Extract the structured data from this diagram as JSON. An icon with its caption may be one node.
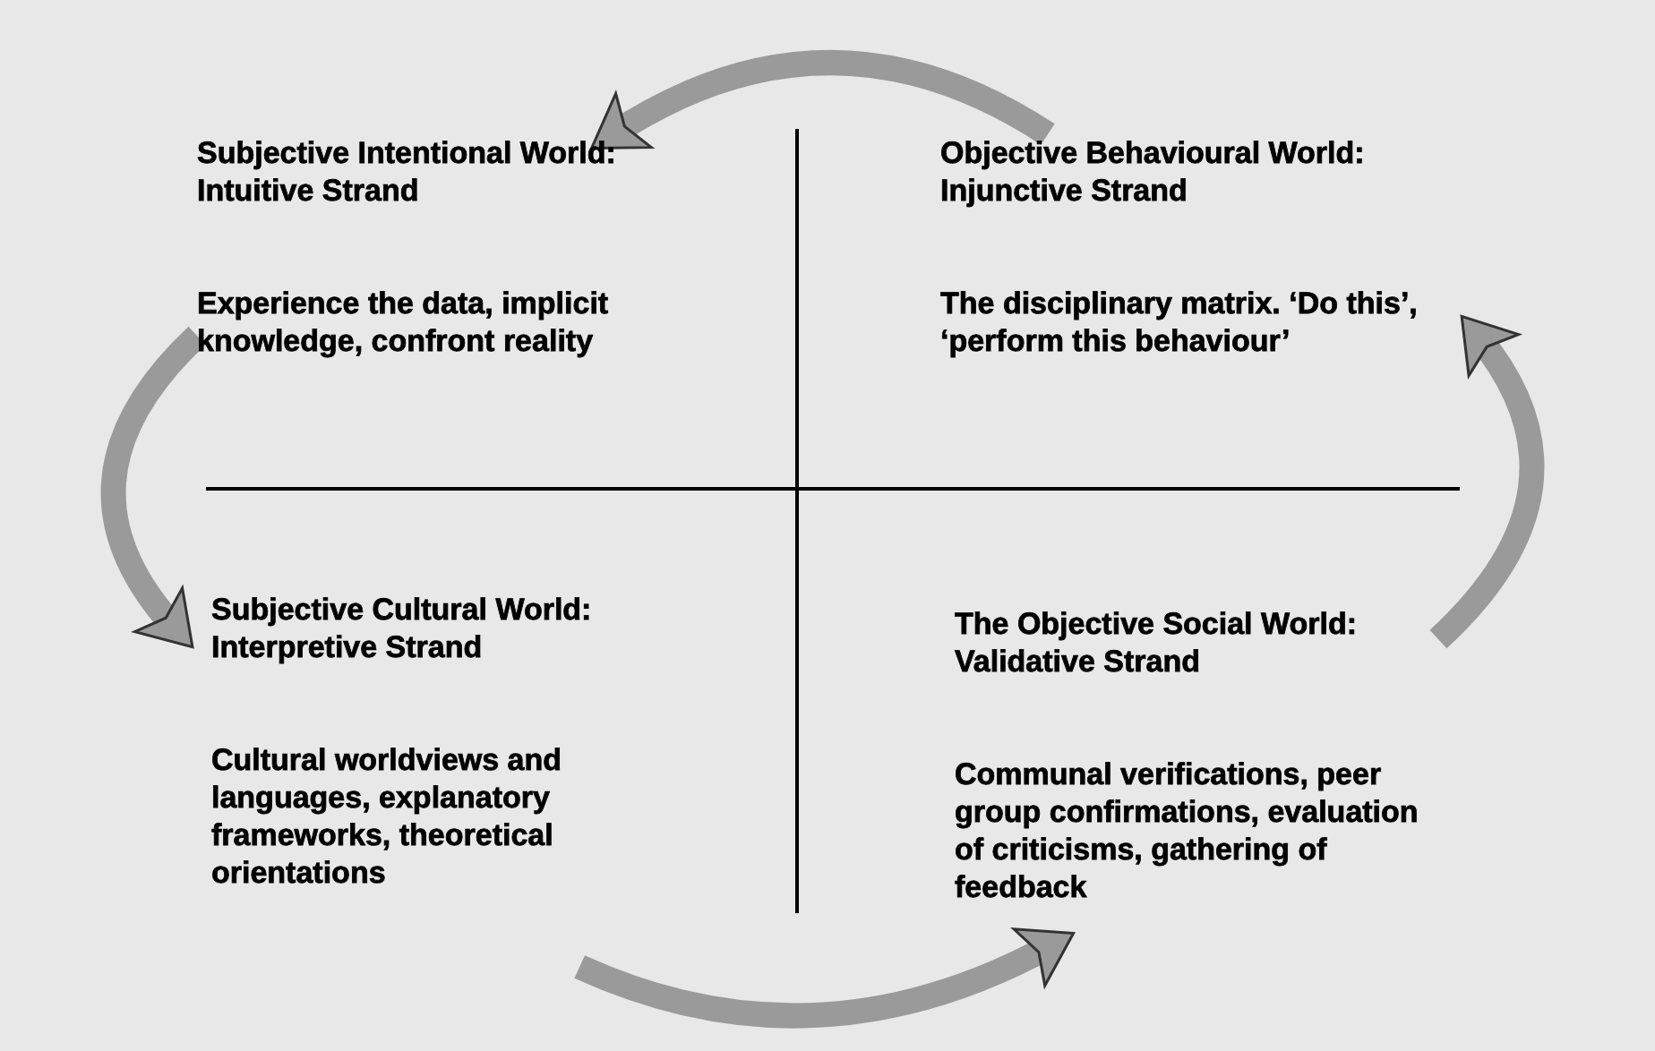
{
  "diagram": {
    "nodes": [
      {
        "text": [
          "Subjective Intentional World: Intuitive Strand",
          "Experience the data, implicit knowledge, confront reality"
        ]
      },
      {
        "text": [
          "Objective Behavioural World: Injunctive Strand",
          "The disciplinary matrix. ‘Do this’, ‘perform this behaviour’"
        ]
      },
      {
        "text": [
          "Subjective Cultural World: Interpretive Strand",
          "Cultural worldviews and languages, explanatory frameworks, theoretical orientations"
        ]
      },
      {
        "text": [
          "The Objective Social World: Validative Strand",
          "Communal verifications, peer group confirmations, evaluation of criticisms, gathering of feedback"
        ]
      }
    ],
    "edges": [
      {
        "from": 1,
        "to": 0,
        "arrow": "to"
      },
      {
        "from": 0,
        "to": 2,
        "arrow": "to"
      },
      {
        "from": 2,
        "to": 3,
        "arrow": "to"
      },
      {
        "from": 3,
        "to": 1,
        "arrow": "to"
      }
    ]
  }
}
